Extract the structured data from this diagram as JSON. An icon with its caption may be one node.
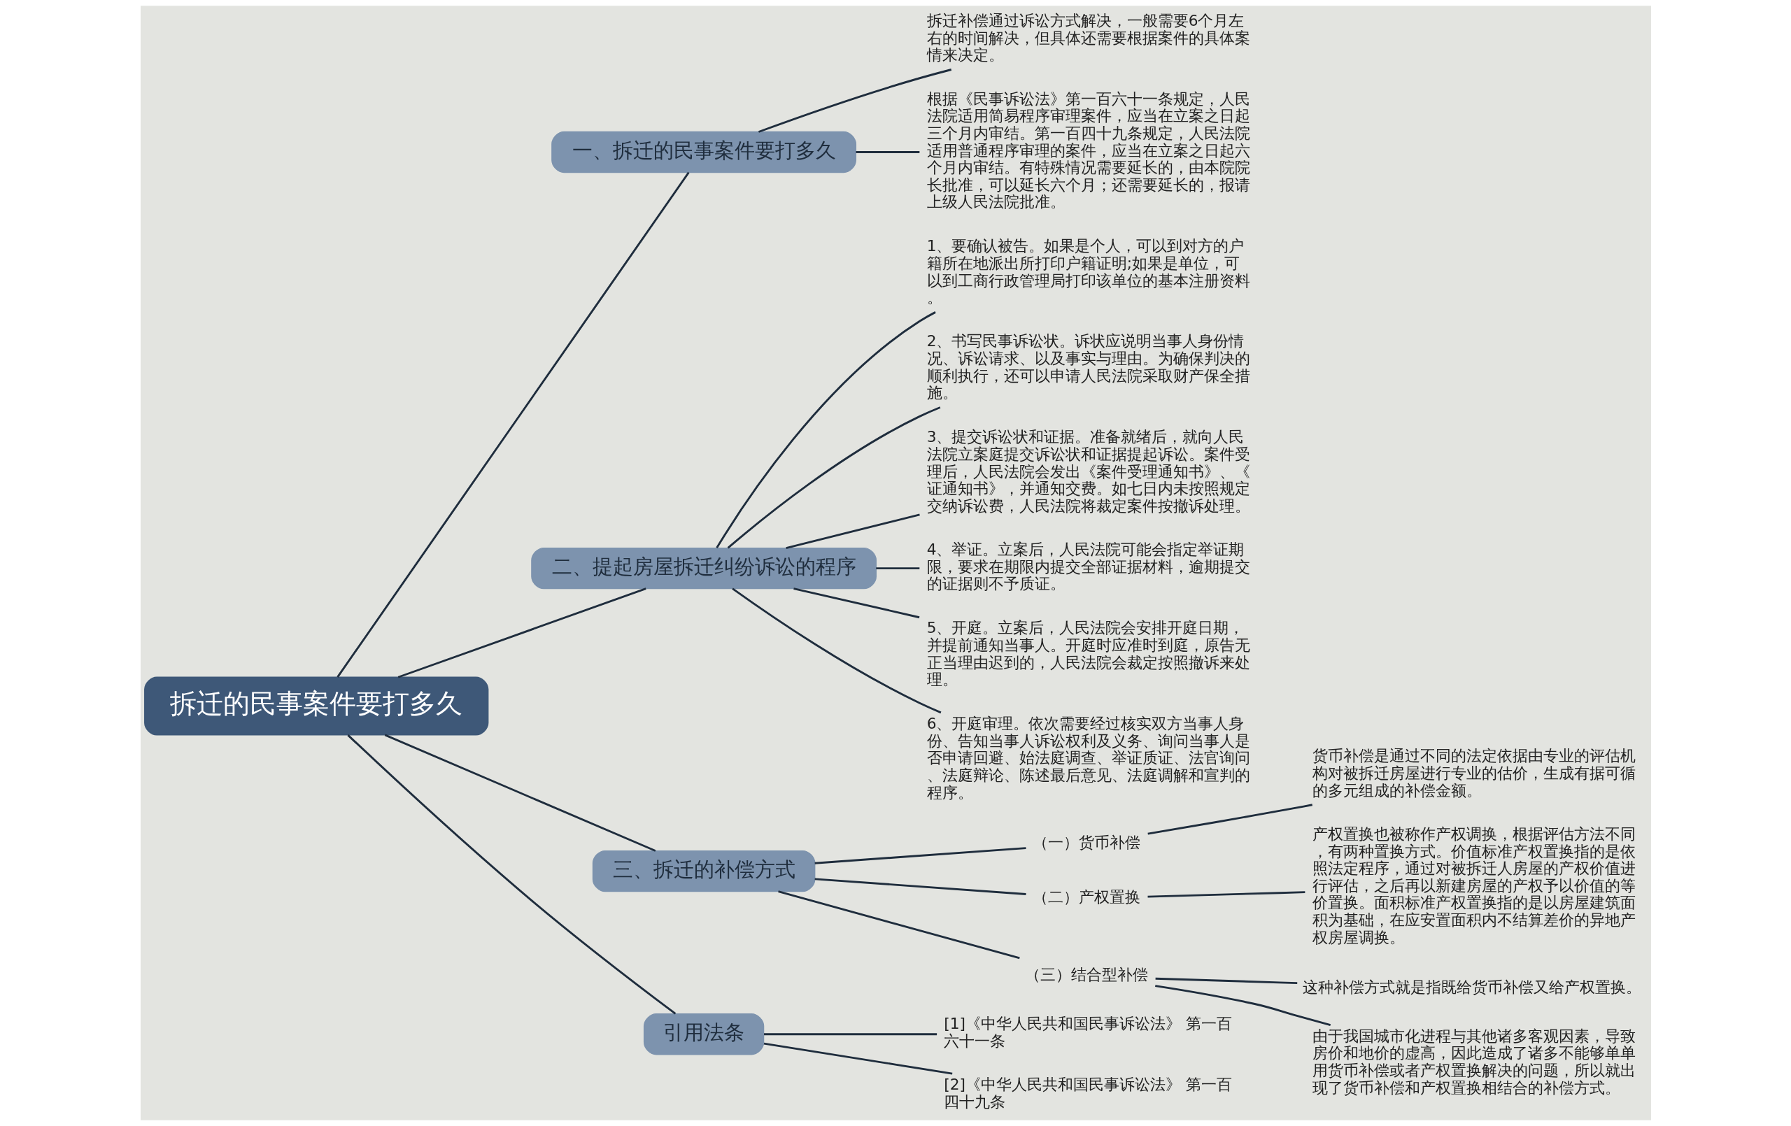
{
  "diagram": {
    "nodes": [
      {
        "text": [
          "拆迁的民事案件要打多久"
        ]
      },
      {
        "text": [
          "一、拆迁的民事案件要打多久"
        ]
      },
      {
        "text": [
          "拆迁补偿通过诉讼方式解决，一般需要6个月左右的时间解决，但具体还需要根据案件的具体案情来决定。"
        ]
      },
      {
        "text": [
          "根据《民事诉讼法》第一百六十一条规定，人民法院适用简易程序审理案件，应当在立案之日起三个月内审结。第一百四十九条规定，人民法院适用普通程序审理的案件，应当在立案之日起六个月内审结。有特殊情况需要延长的，由本院院长批准，可以延长六个月；还需要延长的，报请上级人民法院批准。"
        ]
      },
      {
        "text": [
          "二、提起房屋拆迁纠纷诉讼的程序"
        ]
      },
      {
        "text": [
          "1、要确认被告。如果是个人，可以到对方的户籍所在地派出所打印户籍证明;如果是单位，可以到工商行政管理局打印该单位的基本注册资料。"
        ]
      },
      {
        "text": [
          "2、书写民事诉讼状。诉状应说明当事人身份情况、诉讼请求、以及事实与理由。为确保判决的顺利执行，还可以申请人民法院采取财产保全措施。"
        ]
      },
      {
        "text": [
          "3、提交诉讼状和证据。准备就绪后，就向人民法院立案庭提交诉讼状和证据提起诉讼。案件受理后，人民法院会发出《案件受理通知书》、《证通知书》，并通知交费。如七日内未按照规定交纳诉讼费，人民法院将裁定案件按撤诉处理。"
        ]
      },
      {
        "text": [
          "4、举证。立案后，人民法院可能会指定举证期限，要求在期限内提交全部证据材料，逾期提交的证据则不予质证。"
        ]
      },
      {
        "text": [
          "5、开庭。立案后，人民法院会安排开庭日期，并提前通知当事人。开庭时应准时到庭，原告无正当理由迟到的，人民法院会裁定按照撤诉来处理。"
        ]
      },
      {
        "text": [
          "6、开庭审理。依次需要经过核实双方当事人身份、告知当事人诉讼权利及义务、询问当事人是否申请回避、始法庭调查、举证质证、法官询问、法庭辩论、陈述最后意见、法庭调解和宣判的程序。"
        ]
      },
      {
        "text": [
          "三、拆迁的补偿方式"
        ]
      },
      {
        "text": [
          "（一）货币补偿"
        ]
      },
      {
        "text": [
          "货币补偿是通过不同的法定依据由专业的评估机构对被拆迁房屋进行专业的估价，生成有据可循的多元组成的补偿金额。"
        ]
      },
      {
        "text": [
          "（二）产权置换"
        ]
      },
      {
        "text": [
          "产权置换也被称作产权调换，根据评估方法不同，有两种置换方式。价值标准产权置换指的是依照法定程序，通过对被拆迁人房屋的产权价值进行评估，之后再以新建房屋的产权予以价值的等价置换。面积标准产权置换指的是以房屋建筑面积为基础，在应安置面积内不结算差价的异地产权房屋调换。"
        ]
      },
      {
        "text": [
          "（三）结合型补偿"
        ]
      },
      {
        "text": [
          "这种补偿方式就是指既给货币补偿又给产权置换。"
        ]
      },
      {
        "text": [
          "由于我国城市化进程与其他诸多客观因素，导致房价和地价的虚高，因此造成了诸多不能够单单用货币补偿或者产权置换解决的问题，所以就出现了货币补偿和产权置换相结合的补偿方式。"
        ]
      },
      {
        "text": [
          "引用法条"
        ]
      },
      {
        "text": [
          "[1]《中华人民共和国民事诉讼法》 第一百六十一条"
        ]
      },
      {
        "text": [
          "[2]《中华人民共和国民事诉讼法》 第一百四十九条"
        ]
      }
    ],
    "edges": [
      {
        "from": 0,
        "to": 1,
        "arrow": "none"
      },
      {
        "from": 1,
        "to": 2,
        "arrow": "none"
      },
      {
        "from": 1,
        "to": 3,
        "arrow": "none"
      },
      {
        "from": 0,
        "to": 4,
        "arrow": "none"
      },
      {
        "from": 4,
        "to": 5,
        "arrow": "none"
      },
      {
        "from": 4,
        "to": 6,
        "arrow": "none"
      },
      {
        "from": 4,
        "to": 7,
        "arrow": "none"
      },
      {
        "from": 4,
        "to": 8,
        "arrow": "none"
      },
      {
        "from": 4,
        "to": 9,
        "arrow": "none"
      },
      {
        "from": 4,
        "to": 10,
        "arrow": "none"
      },
      {
        "from": 0,
        "to": 11,
        "arrow": "none"
      },
      {
        "from": 11,
        "to": 12,
        "arrow": "none"
      },
      {
        "from": 12,
        "to": 13,
        "arrow": "none"
      },
      {
        "from": 11,
        "to": 14,
        "arrow": "none"
      },
      {
        "from": 14,
        "to": 15,
        "arrow": "none"
      },
      {
        "from": 11,
        "to": 16,
        "arrow": "none"
      },
      {
        "from": 16,
        "to": 17,
        "arrow": "none"
      },
      {
        "from": 16,
        "to": 18,
        "arrow": "none"
      },
      {
        "from": 0,
        "to": 19,
        "arrow": "none"
      },
      {
        "from": 19,
        "to": 20,
        "arrow": "none"
      },
      {
        "from": 19,
        "to": 21,
        "arrow": "none"
      }
    ]
  }
}
